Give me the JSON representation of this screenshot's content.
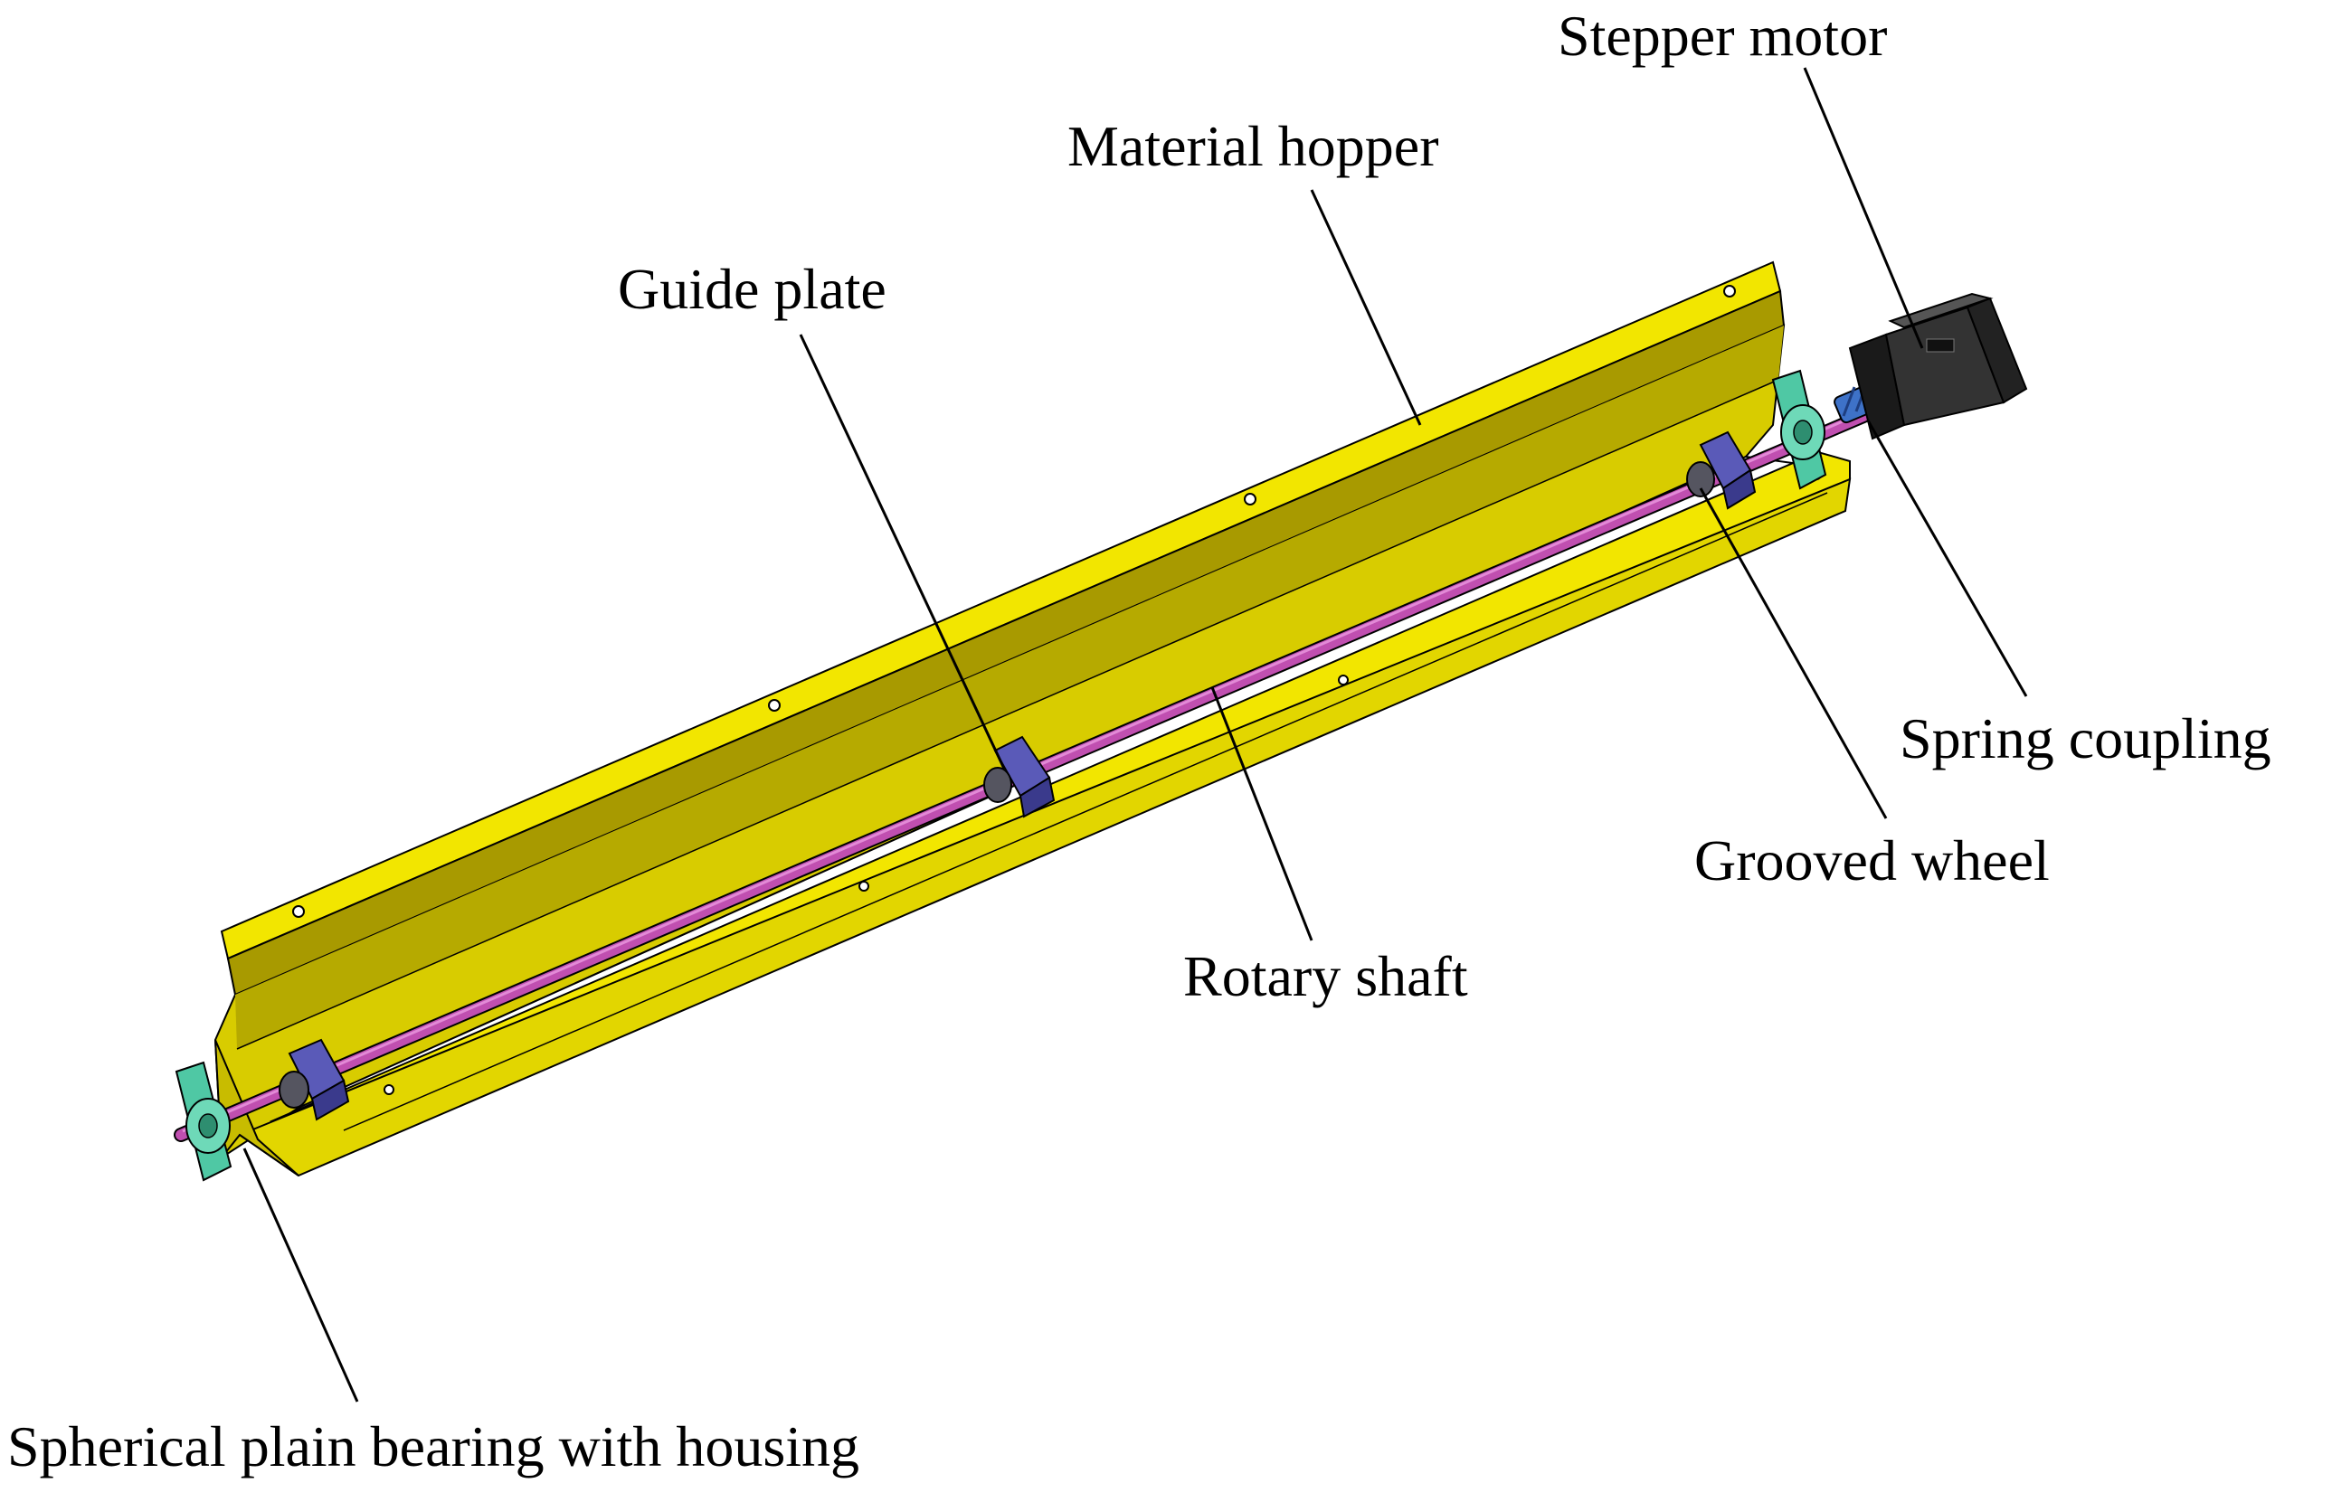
{
  "labels": {
    "stepper_motor": "Stepper motor",
    "material_hopper": "Material hopper",
    "guide_plate": "Guide plate",
    "spring_coupling": "Spring coupling",
    "grooved_wheel": "Grooved wheel",
    "rotary_shaft": "Rotary shaft",
    "bearing": "Spherical plain bearing with housing"
  },
  "colors": {
    "hopper_face": "#D8CC00",
    "hopper_top": "#F2E600",
    "hopper_dark": "#9C8E00",
    "shaft": "#C04FB0",
    "guide_plate": "#5A5AB8",
    "grooved_wheel": "#555560",
    "bearing": "#4FC8A4",
    "motor": "#2A2A2A",
    "coupling": "#3E72C8",
    "leader_line": "#000000"
  }
}
